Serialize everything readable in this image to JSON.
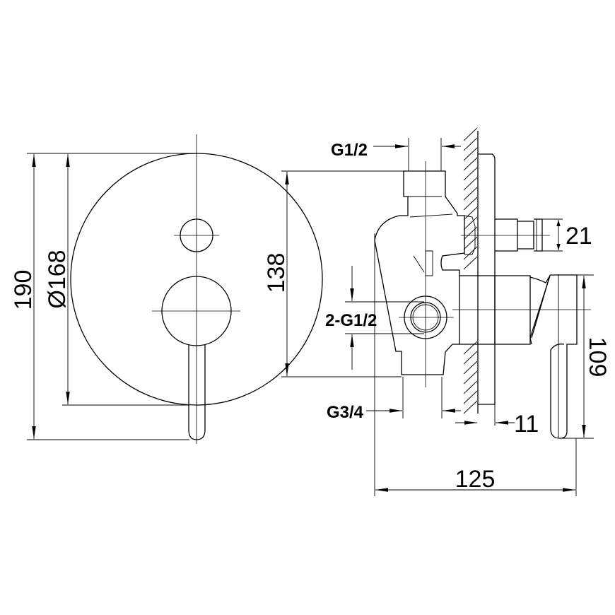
{
  "drawing": {
    "front_view": {
      "overall_height": "190",
      "plate_diameter": "Ø168",
      "body_height": "138"
    },
    "side_view": {
      "inlet_thread": "G1/2",
      "outlet_threads": "2-G1/2",
      "supply_thread": "G3/4",
      "spout_diameter": "21",
      "plate_gap": "11",
      "handle_height": "109",
      "total_depth": "125"
    },
    "colors": {
      "line": "#000000",
      "background": "#ffffff"
    }
  }
}
